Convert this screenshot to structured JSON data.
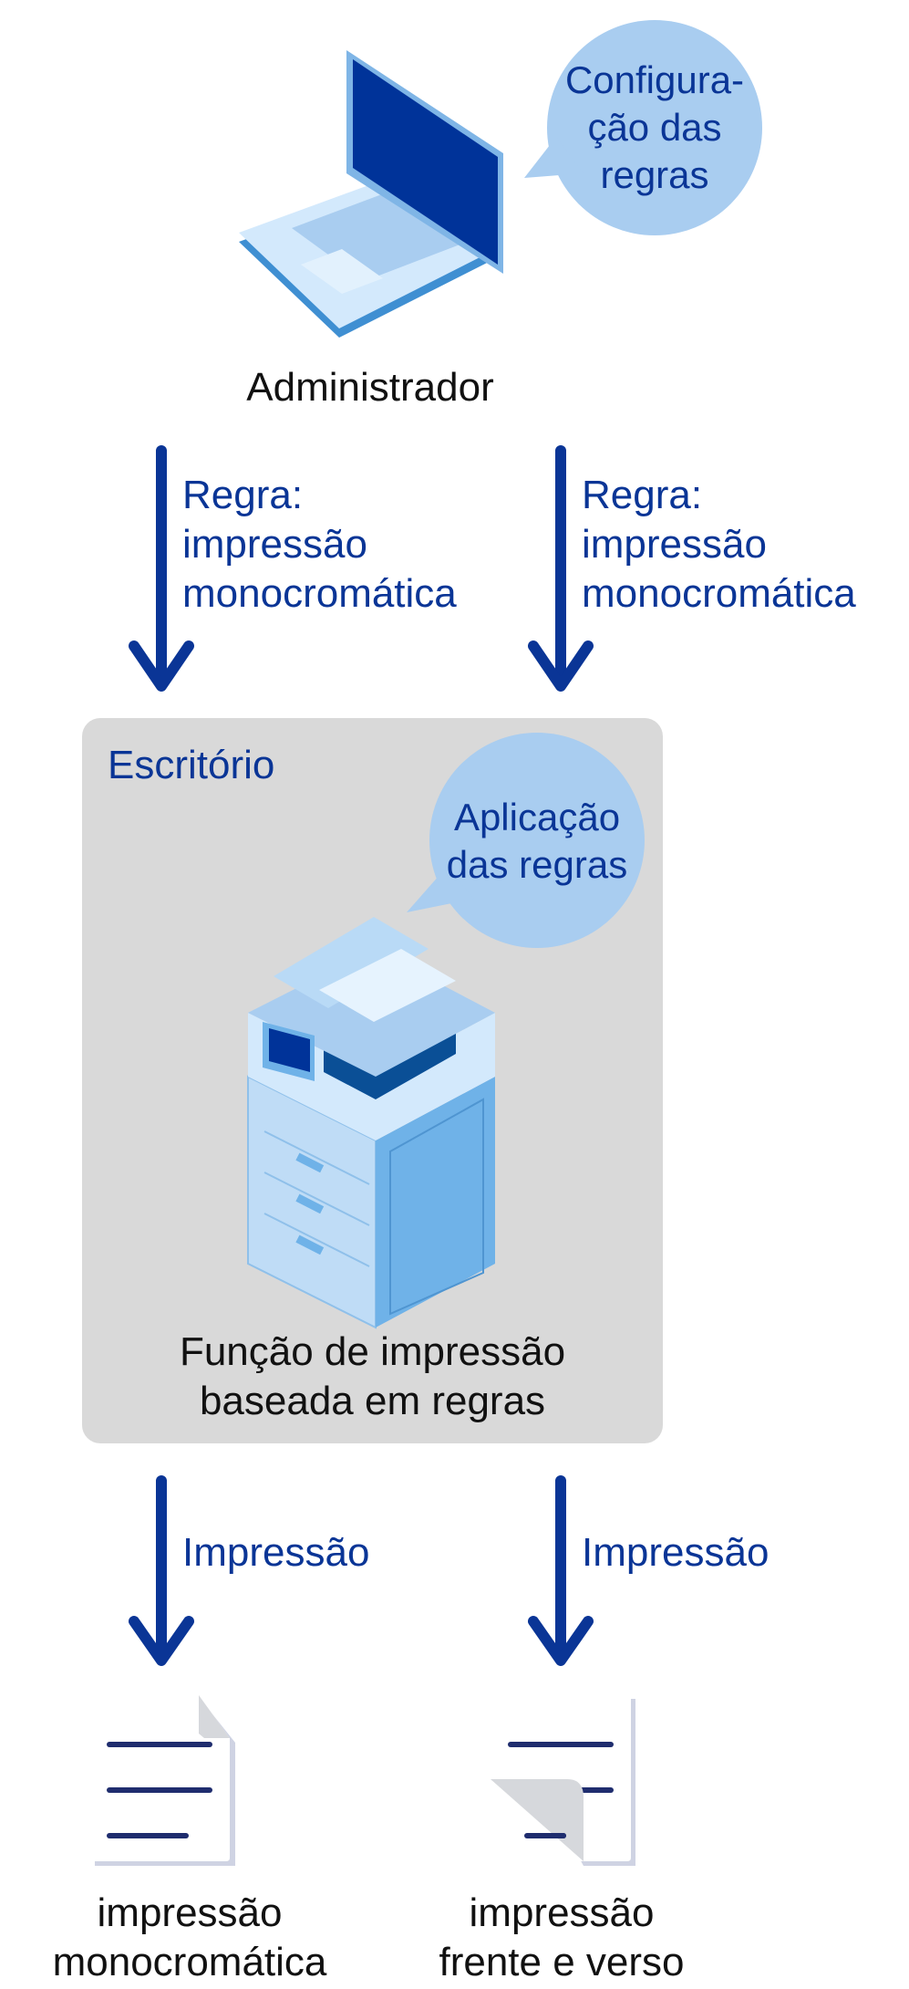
{
  "admin": {
    "label": "Administrador",
    "bubble": [
      "Configura-",
      "ção das",
      "regras"
    ]
  },
  "rule_arrows": [
    {
      "lines": [
        "Regra:",
        "impressão",
        "monocromática"
      ]
    },
    {
      "lines": [
        "Regra:",
        "impressão",
        "monocromática"
      ]
    }
  ],
  "office": {
    "title": "Escritório",
    "bubble": [
      "Aplicação",
      "das regras"
    ],
    "function_label": [
      "Função de impressão",
      "baseada em regras"
    ]
  },
  "print_arrows": [
    {
      "label": "Impressão"
    },
    {
      "label": "Impressão"
    }
  ],
  "outputs": [
    {
      "lines": [
        "impressão",
        "monocromática"
      ]
    },
    {
      "lines": [
        "impressão",
        "frente e verso"
      ]
    }
  ],
  "colors": {
    "accent": "#0a3596",
    "bubble": "#a9cdf0",
    "box": "#d9d9d9",
    "doc_lines": "#1f2d6e"
  }
}
